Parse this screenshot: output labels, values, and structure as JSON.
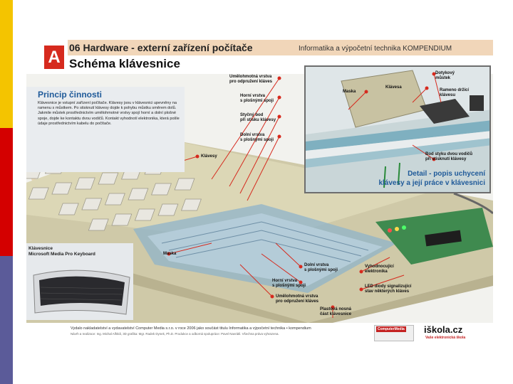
{
  "header": {
    "badge": "A",
    "title": "06 Hardware - externí zařízení počítače",
    "subtitle": "Schéma klávesnice",
    "series": "Informatika a výpočetní technika KOMPENDIUM"
  },
  "info": {
    "title": "Princip činnosti",
    "text": "Klávesnice je vstupní zařízení počítače. Klávesy jsou v klávesnici upevněny na ramenu s můstkem. Po stisknutí klávesy dojde k pohybu můstku směrem dolů. Jakmile můstek prostřednictvím umělohmotné vrstvy spojí horní a dolní plošné spoje, dojde ke kontaktu dvou vodičů. Kontakt vyhodnotí elektronika, která pošle údaje prostřednictvím kabelu do počítače."
  },
  "callouts": {
    "umelohmotna_top": [
      "Umělohmotná vrstva",
      "pro odpružení kláves"
    ],
    "horni_top": [
      "Horní vrstva",
      "s plošnými spoji"
    ],
    "styk_bod": [
      "Styčný bod",
      "při stisku klávesy"
    ],
    "dolni_top": [
      "Dolní vrstva",
      "s plošnými spoji"
    ],
    "maska_top": "Maska",
    "klavesa": "Klávesa",
    "dotykovy": [
      "Dotykový",
      "můstek"
    ],
    "rameno": [
      "Rameno držící",
      "klávesu"
    ],
    "bod_styku": [
      "Bod styku dvou vodičů",
      "při stisknutí klávesy"
    ],
    "klavesy": "Klávesy",
    "maska_bottom": "Maska",
    "dolni_bottom": [
      "Dolní vrstva",
      "s plošnými spoji"
    ],
    "vyhodnocujici": [
      "Vyhodnocující",
      "elektronika"
    ],
    "horni_bottom": [
      "Horní vrstva",
      "s plošnými spoji"
    ],
    "led": [
      "LED diody signalizující",
      "stav některých kláves"
    ],
    "umelohmotna_bottom": [
      "Umělohmotná vrstva",
      "pro odpružení kláves"
    ],
    "plastova": [
      "Plastová nosná",
      "část klávesnice"
    ]
  },
  "detail": {
    "caption_line1": "Detail - popis uchycení",
    "caption_line2": "klávesy a její práce v klávesnici"
  },
  "ms_keyboard": {
    "title_line1": "Klávesnice",
    "title_line2": "Microsoft Media Pro Keyboard"
  },
  "footer": {
    "text": "Vydalo nakladatelství a vydavatelství Computer Media s.r.o. v roce 2006 jako součást titulu Informatika a výpočetní technika • kompendium",
    "credits": "Návrh a realizace: Ing. Michal Alföldi, 3D grafika: Mgr. Radek Dynek, Ph.D. Produkce a odborná spolupráce: Pavel Navrátil. Všechna práva vyhrazena.",
    "logo1": "ComputerMedia",
    "logo2": "iškola.cz",
    "logo2_sub": "Vaše elektronická škola"
  },
  "colors": {
    "stripe_yellow": "#f4c400",
    "stripe_red": "#d40000",
    "stripe_purple": "#5b5b99",
    "accent_red": "#d62a1e",
    "accent_blue": "#1f5a99"
  }
}
